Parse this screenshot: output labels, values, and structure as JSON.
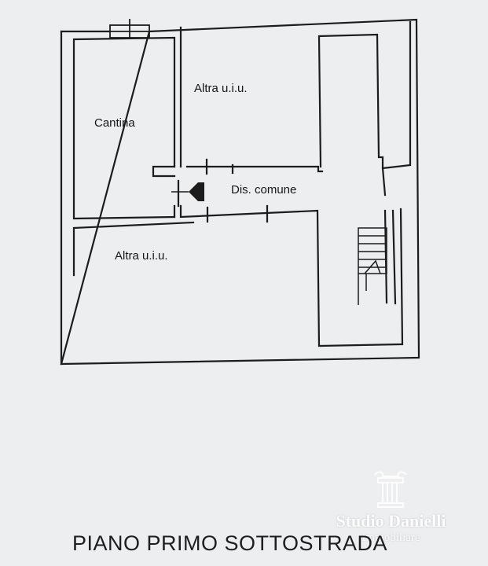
{
  "rooms": {
    "cantina": "Cantina",
    "altra_uiu_top": "Altra u.i.u.",
    "dis_comune": "Dis. comune",
    "altra_uiu_bottom": "Altra u.i.u."
  },
  "title": "PIANO PRIMO SOTTOSTRADA",
  "watermark": {
    "name": "Studio Danielli",
    "subtitle": "Immobiliare"
  },
  "colors": {
    "paper": "#eceef0",
    "line": "#1c1c1c",
    "watermark": "#ffffff"
  },
  "icons": [
    "column-logo-icon",
    "arrow-icon",
    "staircase-icon",
    "window-icon"
  ]
}
